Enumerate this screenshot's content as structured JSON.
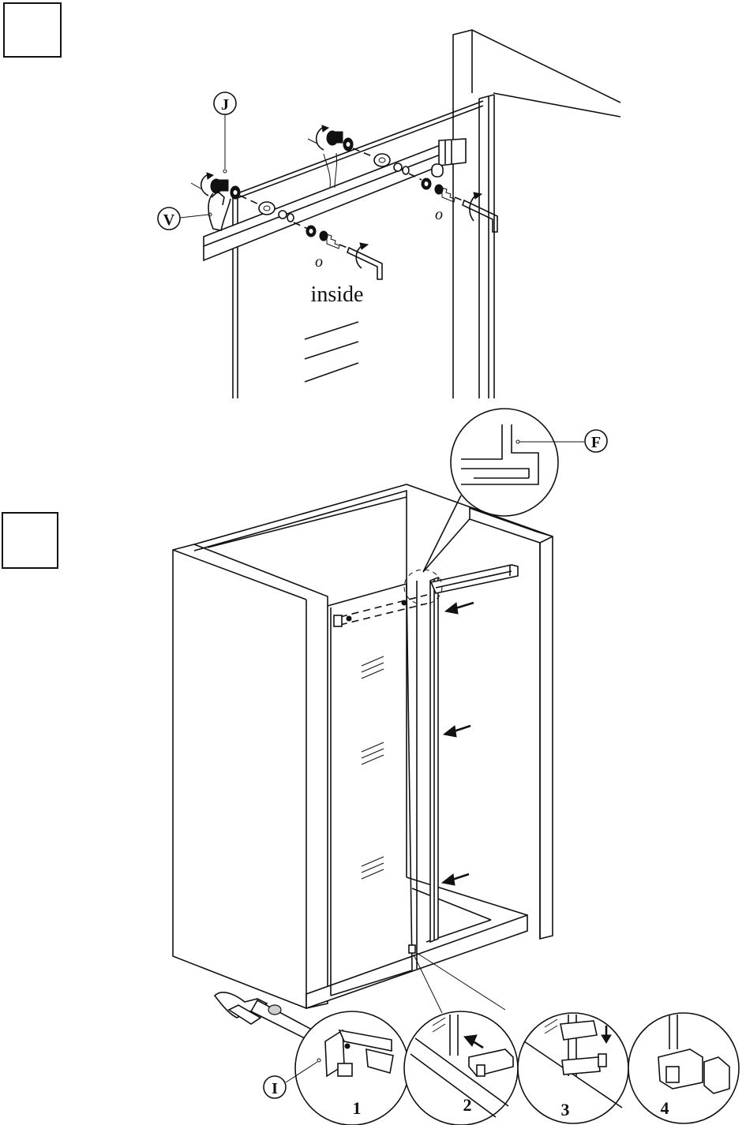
{
  "step_labels": {
    "step1": "",
    "step2": ""
  },
  "callouts": {
    "j": "J",
    "v": "V",
    "f": "F",
    "i": "I",
    "o_left": "o",
    "o_right": "o"
  },
  "annotations": {
    "inside": "inside"
  },
  "detail_steps": [
    "1",
    "2",
    "3",
    "4"
  ]
}
